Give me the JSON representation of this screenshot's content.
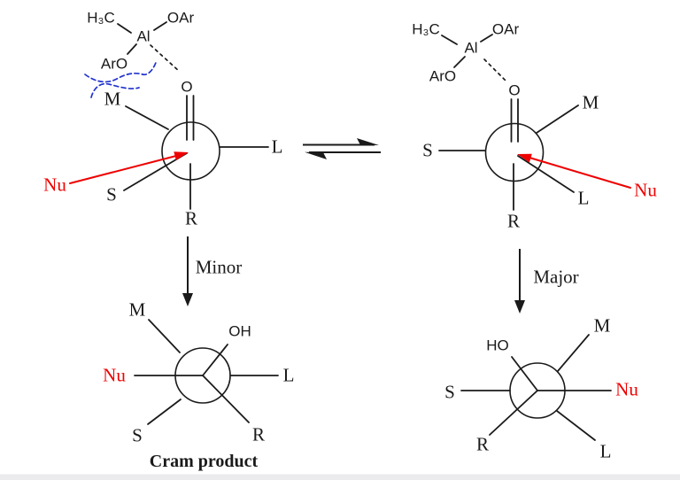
{
  "colors": {
    "bond_black": "#1a1a1a",
    "nucleophile_red": "#ee0000",
    "steric_clash_blue": "#2233cc",
    "background": "#ffffff",
    "bottom_bar": "#ebebed"
  },
  "reactant_left": {
    "methyl": "H₃C",
    "aluminum": "Al",
    "oar": "OAr",
    "aro": "ArO",
    "oxygen": "O",
    "m": "M",
    "s": "S",
    "l": "L",
    "r": "R",
    "nu": "Nu"
  },
  "reactant_right": {
    "methyl": "H₃C",
    "aluminum": "Al",
    "oar": "OAr",
    "aro": "ArO",
    "oxygen": "O",
    "m": "M",
    "s": "S",
    "l": "L",
    "r": "R",
    "nu": "Nu"
  },
  "pathway_left": "Minor",
  "pathway_right": "Major",
  "product_left": {
    "m": "M",
    "oh": "OH",
    "nu": "Nu",
    "l": "L",
    "s": "S",
    "r": "R",
    "caption": "Cram product"
  },
  "product_right": {
    "ho": "HO",
    "m": "M",
    "nu": "Nu",
    "s": "S",
    "r": "R",
    "l": "L"
  }
}
